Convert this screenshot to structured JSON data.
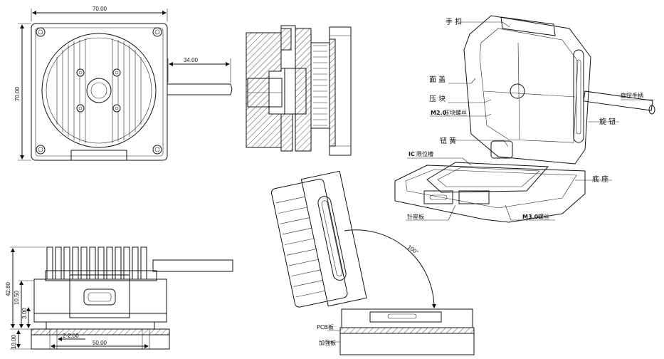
{
  "dimensions": {
    "top_width": "70.00",
    "left_height": "70.00",
    "handle_length": "34.00",
    "total_height": "42.80",
    "sub_height": "10.50",
    "offset_3": "3.00",
    "pcb_thickness": "10.00",
    "pin_spacing": "2-2.00",
    "base_width": "50.00",
    "rotation_angle": "100°"
  },
  "labels": {
    "handle_grip": "手 扣",
    "cover": "面 盖",
    "press_block": "压 块",
    "m2_screw": "M2.0",
    "m2_screw_desc": "压块螺丝",
    "knob_spring": "钮 簧",
    "ic_slot_prefix": "IC",
    "ic_slot": "限位槽",
    "base": "底 座",
    "pin_plate": "针座板",
    "m3_screw": "M3.0",
    "m3_screw_desc": "螺丝",
    "knob_handle": "旋钮手柄",
    "knob": "旋 钮",
    "pcb_board": "PCB板",
    "stiffener": "加强板"
  }
}
